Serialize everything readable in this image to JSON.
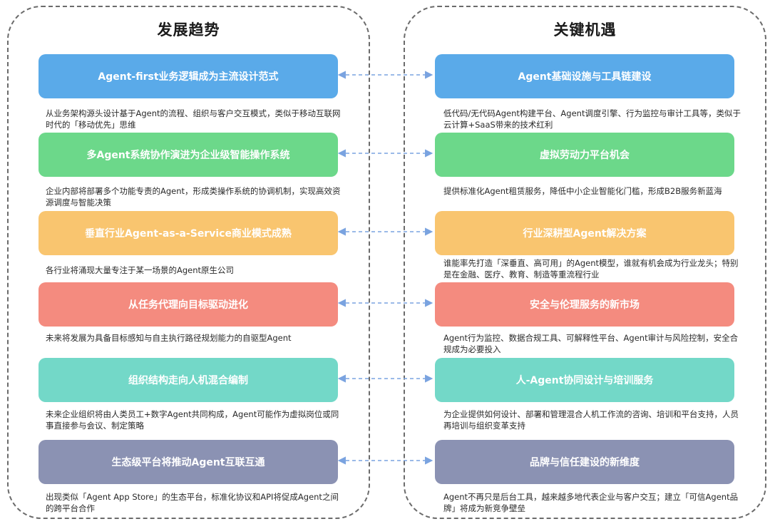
{
  "left": {
    "title": "发展趋势",
    "items": [
      {
        "title": "Agent-first业务逻辑成为主流设计范式",
        "desc": "从业务架构源头设计基于Agent的流程、组织与客户交互模式，类似于移动互联网时代的「移动优先」思维",
        "color": "#5aaae9"
      },
      {
        "title": "多Agent系统协作演进为企业级智能操作系统",
        "desc": "企业内部将部署多个功能专责的Agent，形成类操作系统的协调机制，实现高效资源调度与智能决策",
        "color": "#6cd88a"
      },
      {
        "title": "垂直行业Agent-as-a-Service商业模式成熟",
        "desc": "各行业将涌现大量专注于某一场景的Agent原生公司",
        "color": "#f9c56f"
      },
      {
        "title": "从任务代理向目标驱动进化",
        "desc": "未来将发展为具备目标感知与自主执行路径规划能力的自驱型Agent",
        "color": "#f48b7f"
      },
      {
        "title": "组织结构走向人机混合编制",
        "desc": "未来企业组织将由人类员工+数字Agent共同构成，Agent可能作为虚拟岗位或同事直接参与会议、制定策略",
        "color": "#73d8c8"
      },
      {
        "title": "生态级平台将推动Agent互联互通",
        "desc": "出现类似「Agent App Store」的生态平台，标准化协议和API将促成Agent之间的跨平台合作",
        "color": "#8b92b3"
      }
    ]
  },
  "right": {
    "title": "关键机遇",
    "items": [
      {
        "title": "Agent基础设施与工具链建设",
        "desc": "低代码/无代码Agent构建平台、Agent调度引擎、行为监控与审计工具等，类似于云计算+SaaS带来的技术红利",
        "color": "#5aaae9"
      },
      {
        "title": "虚拟劳动力平台机会",
        "desc": "提供标准化Agent租赁服务，降低中小企业智能化门槛，形成B2B服务新蓝海",
        "color": "#6cd88a"
      },
      {
        "title": "行业深耕型Agent解决方案",
        "desc": "谁能率先打造「深垂直、高可用」的Agent模型，谁就有机会成为行业龙头；特别是在金融、医疗、教育、制造等重流程行业",
        "color": "#f9c56f"
      },
      {
        "title": "安全与伦理服务的新市场",
        "desc": "Agent行为监控、数据合规工具、可解释性平台、Agent审计与风险控制，安全合规成为必要投入",
        "color": "#f48b7f"
      },
      {
        "title": "人-Agent协同设计与培训服务",
        "desc": "为企业提供如何设计、部署和管理混合人机工作流的咨询、培训和平台支持，人员再培训与组织变革支持",
        "color": "#73d8c8"
      },
      {
        "title": "品牌与信任建设的新维度",
        "desc": "Agent不再只是后台工具，越来越多地代表企业与客户交互；建立「可信Agent品牌」将成为新竞争壁垒",
        "color": "#8b92b3"
      }
    ]
  },
  "connector_color": "#7aa3e0"
}
